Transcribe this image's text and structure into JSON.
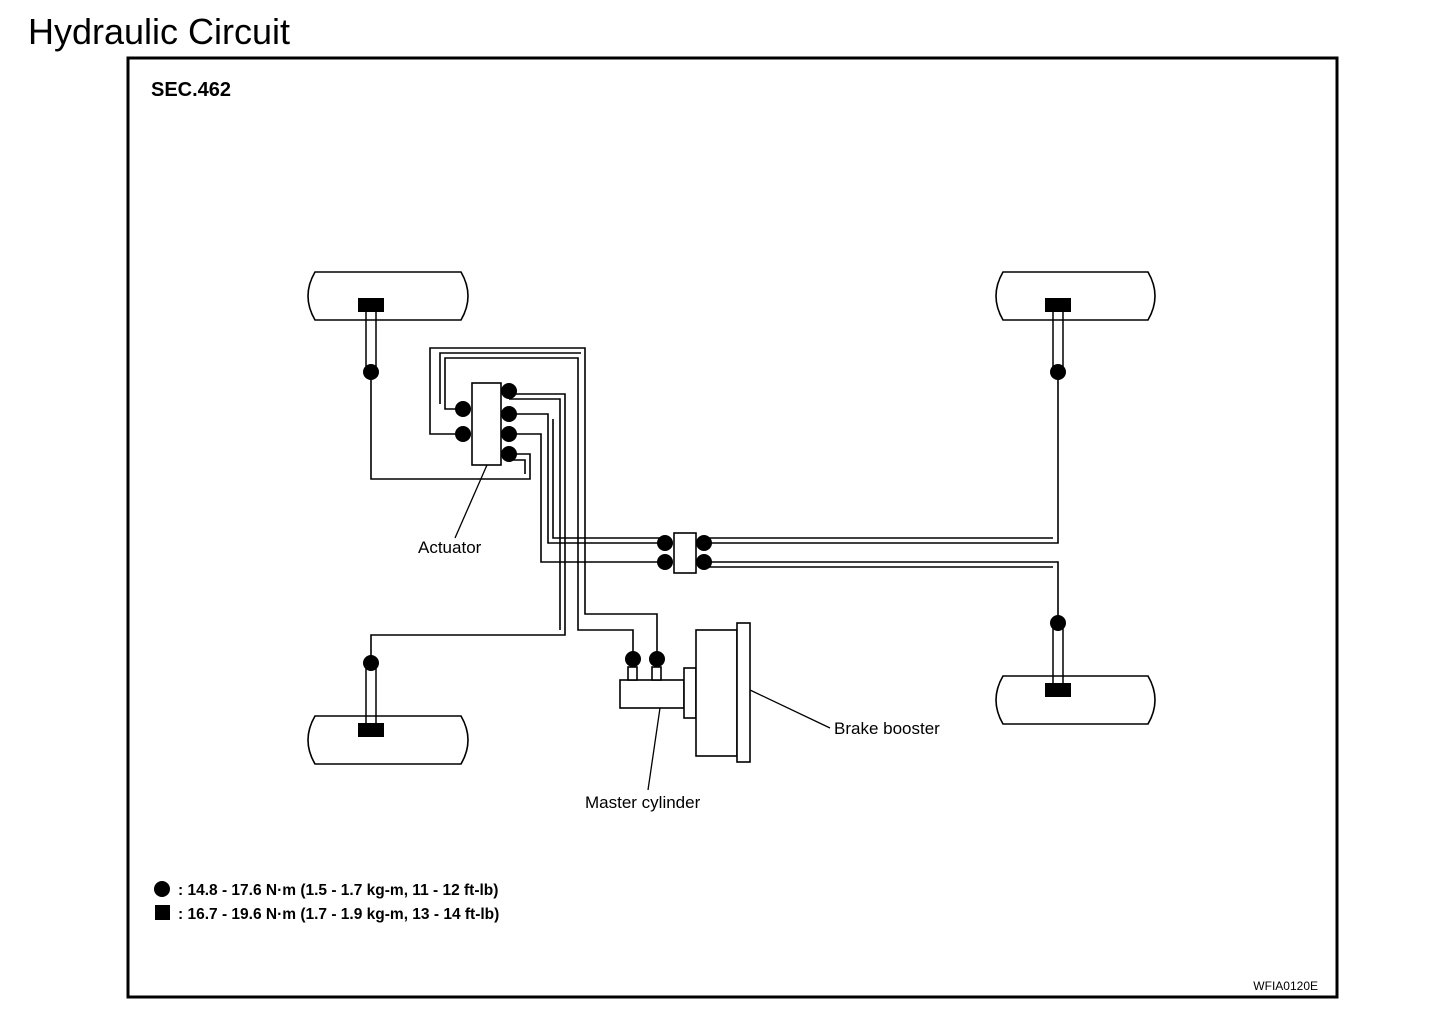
{
  "title": "Hydraulic Circuit",
  "diagram": {
    "section_code": "SEC.462",
    "figure_code": "WFIA0120E",
    "labels": {
      "actuator": "Actuator",
      "brake_booster": "Brake booster",
      "master_cylinder": "Master cylinder"
    },
    "legend": [
      {
        "symbol": "circle",
        "text": ": 14.8 - 17.6 N·m (1.5 - 1.7 kg-m, 11 - 12 ft-lb)"
      },
      {
        "symbol": "square",
        "text": ": 16.7 - 19.6 N·m (1.7 - 1.9 kg-m, 13 - 14 ft-lb)"
      }
    ]
  }
}
